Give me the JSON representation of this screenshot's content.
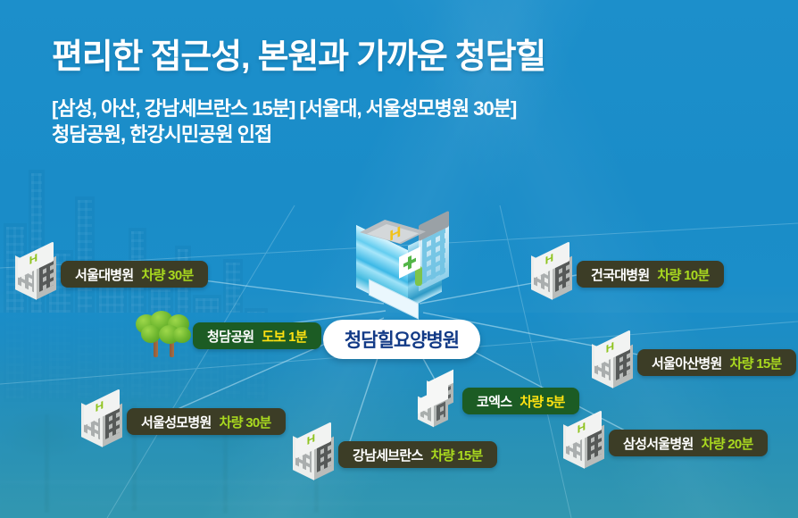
{
  "header": {
    "title": "편리한 접근성, 본원과 가까운 청담힐",
    "subtitle_line1": "[삼성, 아산, 강남세브란스 15분] [서울대, 서울성모병원 30분]",
    "subtitle_line2": "청담공원, 한강시민공원 인접"
  },
  "center": {
    "label": "청담힐요양병원",
    "icon": "hospital-building-icon",
    "text_color": "#123a86",
    "pill_color": "#ffffff"
  },
  "theme": {
    "background_blue": "#1a8dc8",
    "pill_olive": "#3c3d26",
    "pill_green": "#1c5c24",
    "accent_lime": "#a9d91f",
    "accent_yellow": "#ffe211",
    "label_white": "#ffffff"
  },
  "nodes": [
    {
      "id": "seoul-national-university-hospital",
      "place": "서울대병원",
      "time": "차량 30분",
      "icon": "hospital-building-icon",
      "pill_style": "olive",
      "side": "left"
    },
    {
      "id": "cheongdam-park",
      "place": "청담공원",
      "time": "도보 1분",
      "icon": "trees-icon",
      "pill_style": "green",
      "side": "left"
    },
    {
      "id": "seoul-st-marys-hospital",
      "place": "서울성모병원",
      "time": "차량 30분",
      "icon": "hospital-building-icon",
      "pill_style": "olive",
      "side": "left"
    },
    {
      "id": "gangnam-severance-hospital",
      "place": "강남세브란스",
      "time": "차량 15분",
      "icon": "hospital-building-icon",
      "pill_style": "olive",
      "side": "bottom"
    },
    {
      "id": "coex",
      "place": "코엑스",
      "time": "차량 5분",
      "icon": "office-building-icon",
      "pill_style": "green",
      "side": "bottom"
    },
    {
      "id": "konkuk-university-hospital",
      "place": "건국대병원",
      "time": "차량 10분",
      "icon": "hospital-building-icon",
      "pill_style": "olive",
      "side": "right"
    },
    {
      "id": "seoul-asan-medical-center",
      "place": "서울아산병원",
      "time": "차량 15분",
      "icon": "hospital-building-icon",
      "pill_style": "olive",
      "side": "right"
    },
    {
      "id": "samsung-medical-center",
      "place": "삼성서울병원",
      "time": "차량 20분",
      "icon": "hospital-building-icon",
      "pill_style": "olive",
      "side": "right"
    }
  ]
}
